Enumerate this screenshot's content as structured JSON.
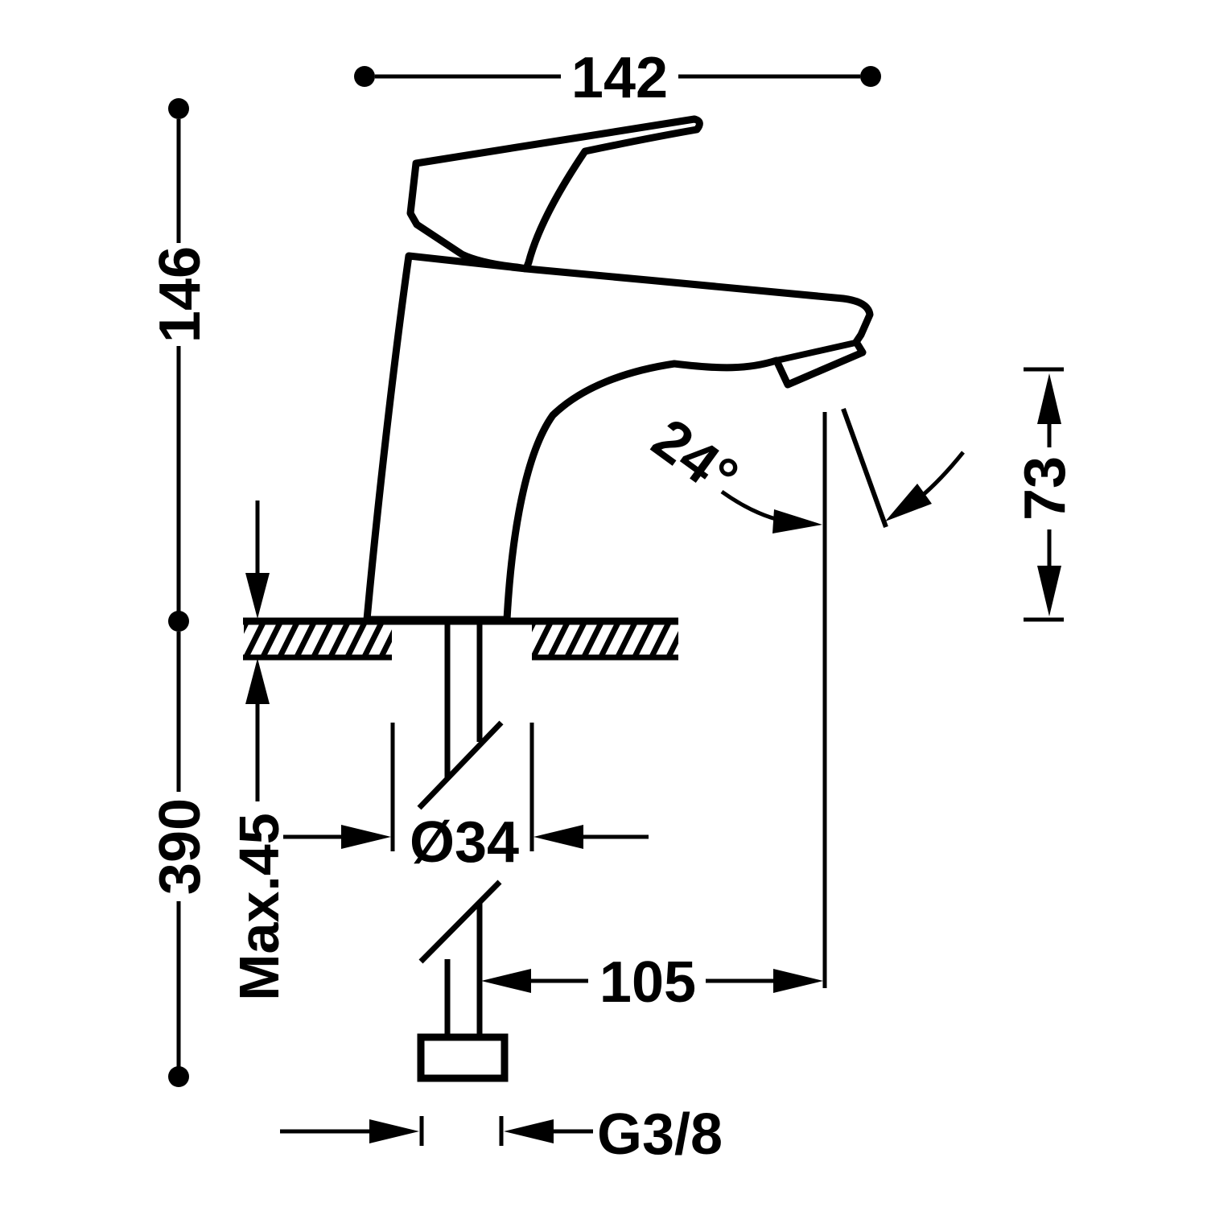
{
  "drawing": {
    "colors": {
      "ink": "#000000",
      "background": "#ffffff"
    },
    "labels": {
      "projection_width": "142",
      "height_above_deck": "146",
      "height_below_deck": "390",
      "max_deck_thickness": "Max.45",
      "hole_diameter": "Ø34",
      "spout_angle": "24°",
      "outlet_to_deck": "73",
      "axis_to_outlet": "105",
      "supply_thread": "G3/8"
    }
  }
}
